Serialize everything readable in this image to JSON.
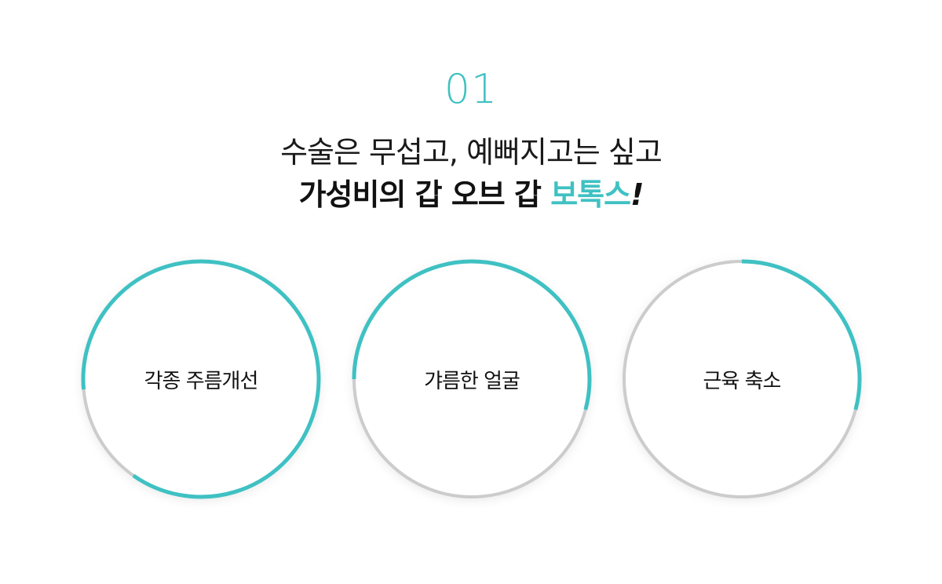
{
  "header": {
    "number": "01",
    "line1": "수술은 무섭고, 예뻐지고는 싶고",
    "line2_main": "가성비의 갑 오브 갑 ",
    "line2_accent": "보톡스",
    "line2_bang": "!"
  },
  "colors": {
    "accent": "#3fc1c3",
    "track": "#cccccc"
  },
  "circles": [
    {
      "label": "각종 주름개선",
      "progress_start_deg": 175,
      "progress_end_deg": 485
    },
    {
      "label": "갸름한 얼굴",
      "progress_start_deg": 180,
      "progress_end_deg": 375
    },
    {
      "label": "근육 축소",
      "progress_start_deg": 270,
      "progress_end_deg": 375
    }
  ]
}
